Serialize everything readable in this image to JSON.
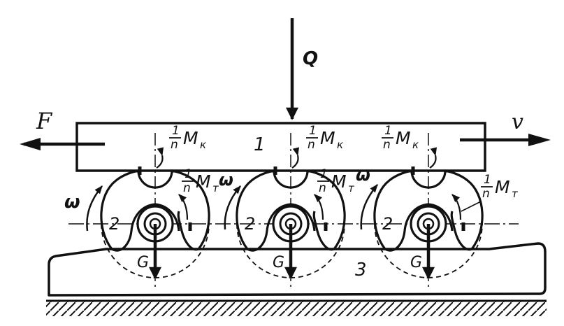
{
  "labels": {
    "load": "Q",
    "pull_force": "F",
    "velocity": "v",
    "plate_number": "1",
    "roller_number": "2",
    "base_number": "3",
    "weight": "G",
    "angular_velocity": "ω",
    "fraction_numerator": "1",
    "fraction_denominator": "n",
    "moment_symbol": "M",
    "moment_k_subscript": "к",
    "moment_t_subscript": "т"
  },
  "roller_count": 3,
  "colors": {
    "ink": "#111111",
    "background": "#ffffff"
  }
}
